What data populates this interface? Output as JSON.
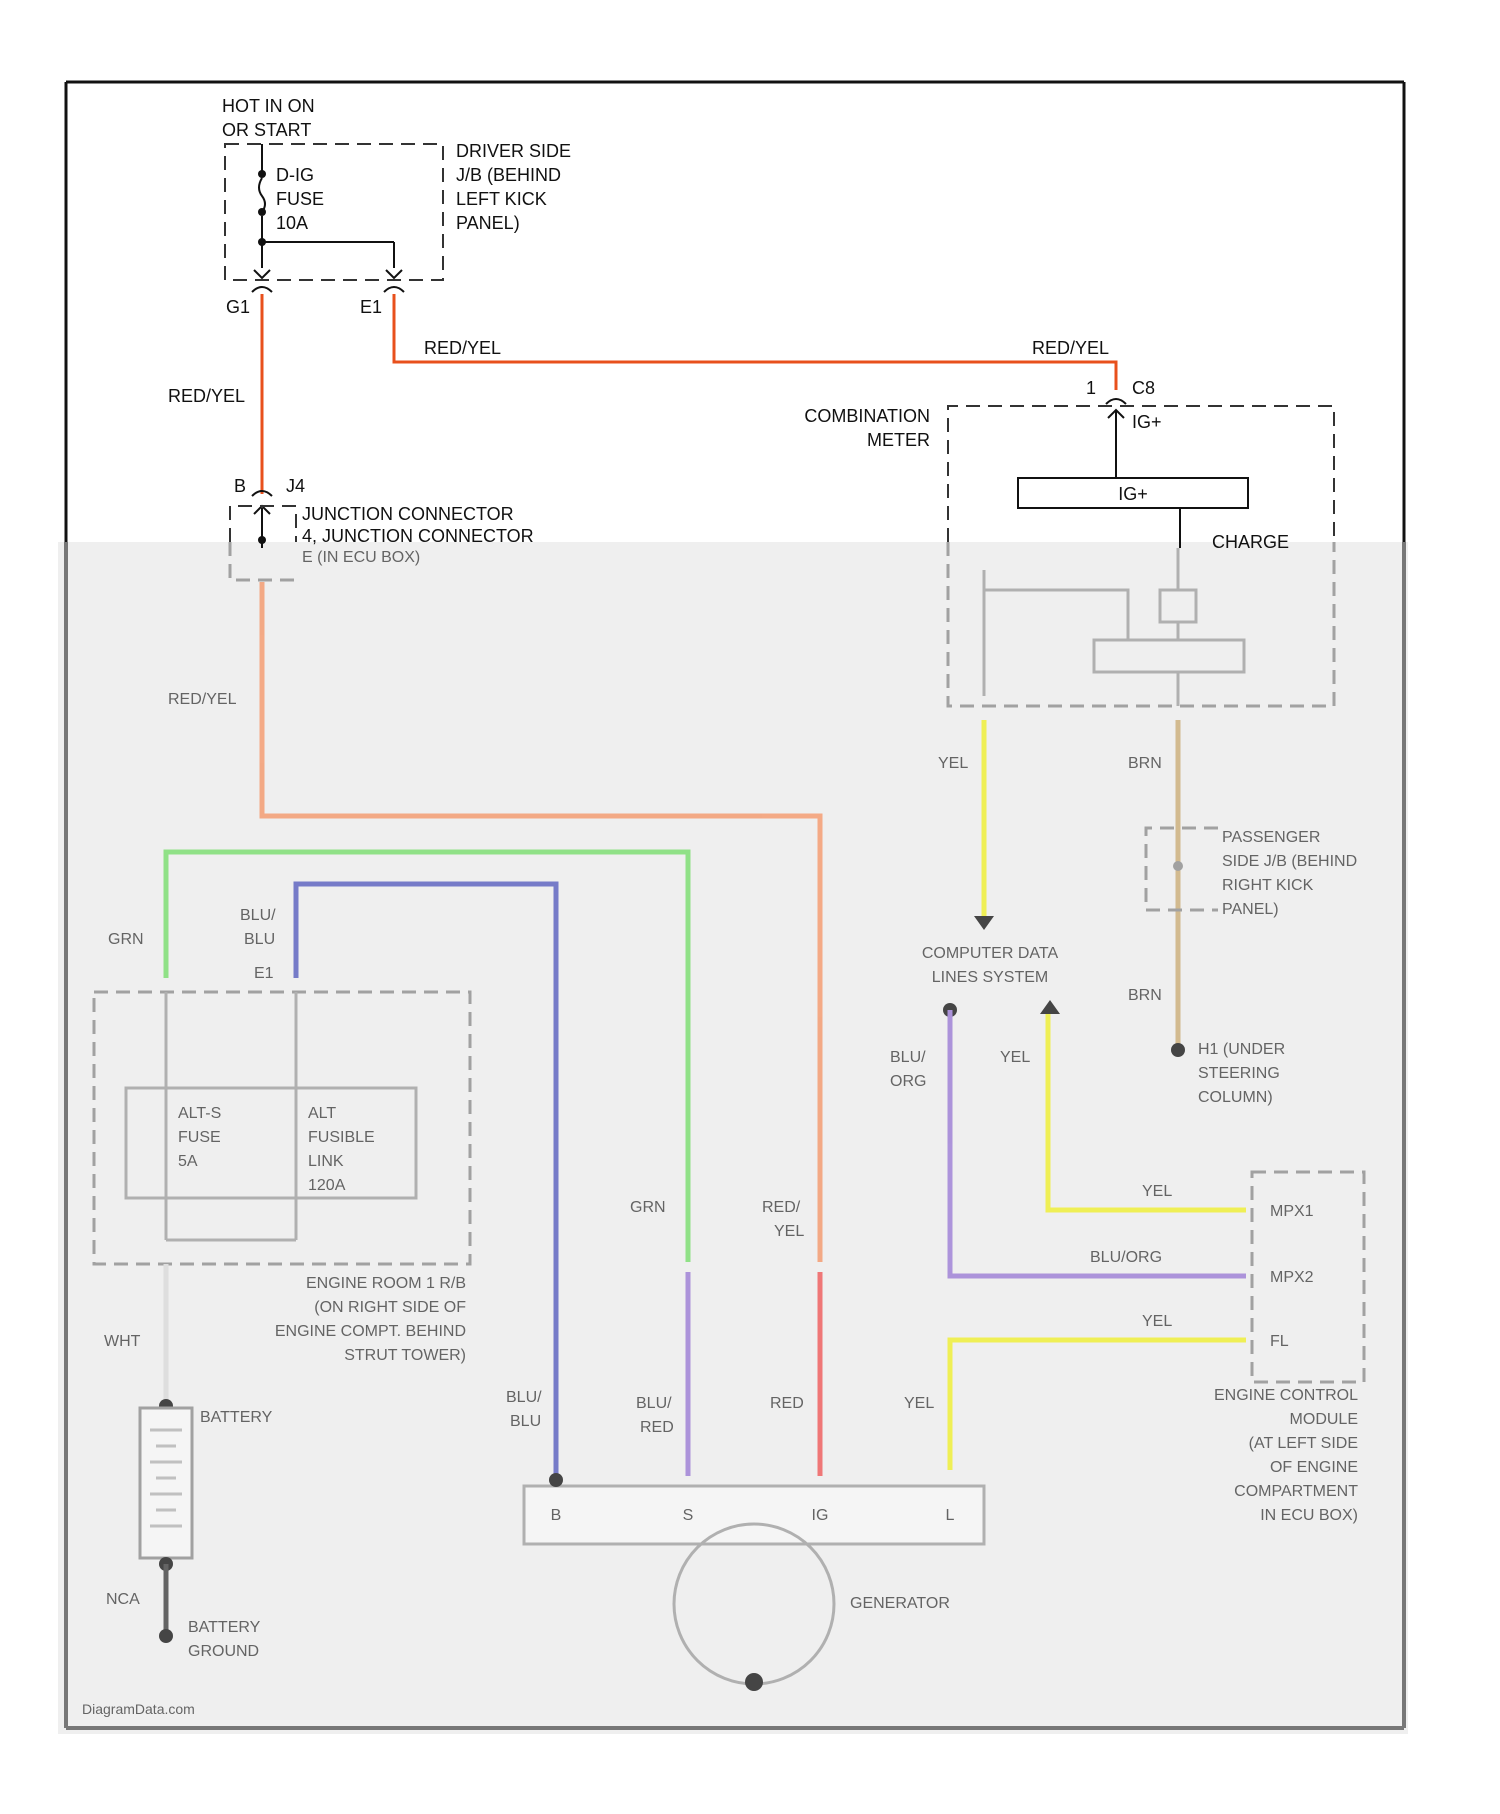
{
  "colors": {
    "red_yel_wire": "#e8501c",
    "red_yel_wire_faded": "#f4a27a",
    "grn_wire": "#86e07c",
    "blu_wire": "#6a6fc4",
    "blu_red_wire": "#a58ad8",
    "red_wire": "#ef6b6b",
    "yel_wire": "#f0ef45",
    "brn_wire": "#cfb585",
    "blurred_area": "#efefef"
  },
  "labels": {
    "hot_in_on_1": "HOT IN ON",
    "hot_in_on_2": "OR START",
    "fuse_1": "D-IG",
    "fuse_2": "FUSE",
    "fuse_3": "10A",
    "jb_1": "DRIVER SIDE",
    "jb_2": "J/B (BEHIND",
    "jb_3": "LEFT KICK",
    "jb_4": "PANEL)",
    "g1": "G1",
    "e1": "E1",
    "wire_redyel_top": "RED/YEL",
    "wire_redyel_right": "RED/YEL",
    "wire_redyel_left": "RED/YEL",
    "pin_1": "1",
    "c8": "C8",
    "comb_meter_1": "COMBINATION",
    "comb_meter_2": "METER",
    "ig_plus_pin": "IG+",
    "ig_plus_box": "IG+",
    "pin_b": "B",
    "j4": "J4",
    "junction_1": "JUNCTION CONNECTOR",
    "junction_2": "4, JUNCTION CONNECTOR",
    "charge": "CHARGE"
  },
  "blurred_labels": {
    "red_yel_lower": "RED/YEL",
    "yel_1": "YEL",
    "brn_1": "BRN",
    "passenger_jb_1": "PASSENGER",
    "passenger_jb_2": "SIDE J/B (BEHIND",
    "passenger_jb_3": "RIGHT KICK",
    "passenger_jb_4": "PANEL)",
    "comp_data_1": "COMPUTER DATA",
    "comp_data_2": "LINES SYSTEM",
    "brn_2": "BRN",
    "ground_1": "H1 (UNDER",
    "ground_2": "STEERING",
    "ground_3": "COLUMN)",
    "grn_top": "GRN",
    "blu_blu_1": "BLU/",
    "blu_blu_2": "BLU",
    "e1_lower": "E1",
    "alt_s_1": "ALT-S",
    "alt_s_2": "FUSE",
    "alt_s_3": "5A",
    "alt_fl_1": "ALT",
    "alt_fl_2": "FUSIBLE",
    "alt_fl_3": "LINK",
    "alt_fl_4": "120A",
    "engine_room_1": "ENGINE ROOM 1 R/B",
    "engine_room_2": "(ON RIGHT SIDE OF",
    "engine_room_3": "ENGINE COMPT. BEHIND",
    "engine_room_4": "STRUT TOWER)",
    "wht": "WHT",
    "battery": "BATTERY",
    "nca": "NCA",
    "battery_ground_1": "BATTERY",
    "battery_ground_2": "GROUND",
    "grn_mid": "GRN",
    "red_yel_mid_1": "RED/",
    "red_yel_mid_2": "YEL",
    "blu_blu_low_1": "BLU/",
    "blu_blu_low_2": "BLU",
    "blu_red_1": "BLU/",
    "blu_red_2": "RED",
    "red_low": "RED",
    "yel_low": "YEL",
    "blu_org_1": "BLU/",
    "blu_org_2": "ORG",
    "yel_2": "YEL",
    "yel_3": "YEL",
    "blu_org_3": "BLU/ORG",
    "yel_4": "YEL",
    "mpx1": "MPX1",
    "mpx2": "MPX2",
    "fl": "FL",
    "ecm_1": "ENGINE CONTROL",
    "ecm_2": "MODULE",
    "ecm_3": "(AT LEFT SIDE",
    "ecm_4": "OF ENGINE",
    "ecm_5": "COMPARTMENT",
    "ecm_6": "IN ECU BOX)",
    "generator": "GENERATOR",
    "gen_b": "B",
    "gen_s": "S",
    "gen_ig": "IG",
    "gen_l": "L",
    "watermark": "DiagramData.com"
  }
}
